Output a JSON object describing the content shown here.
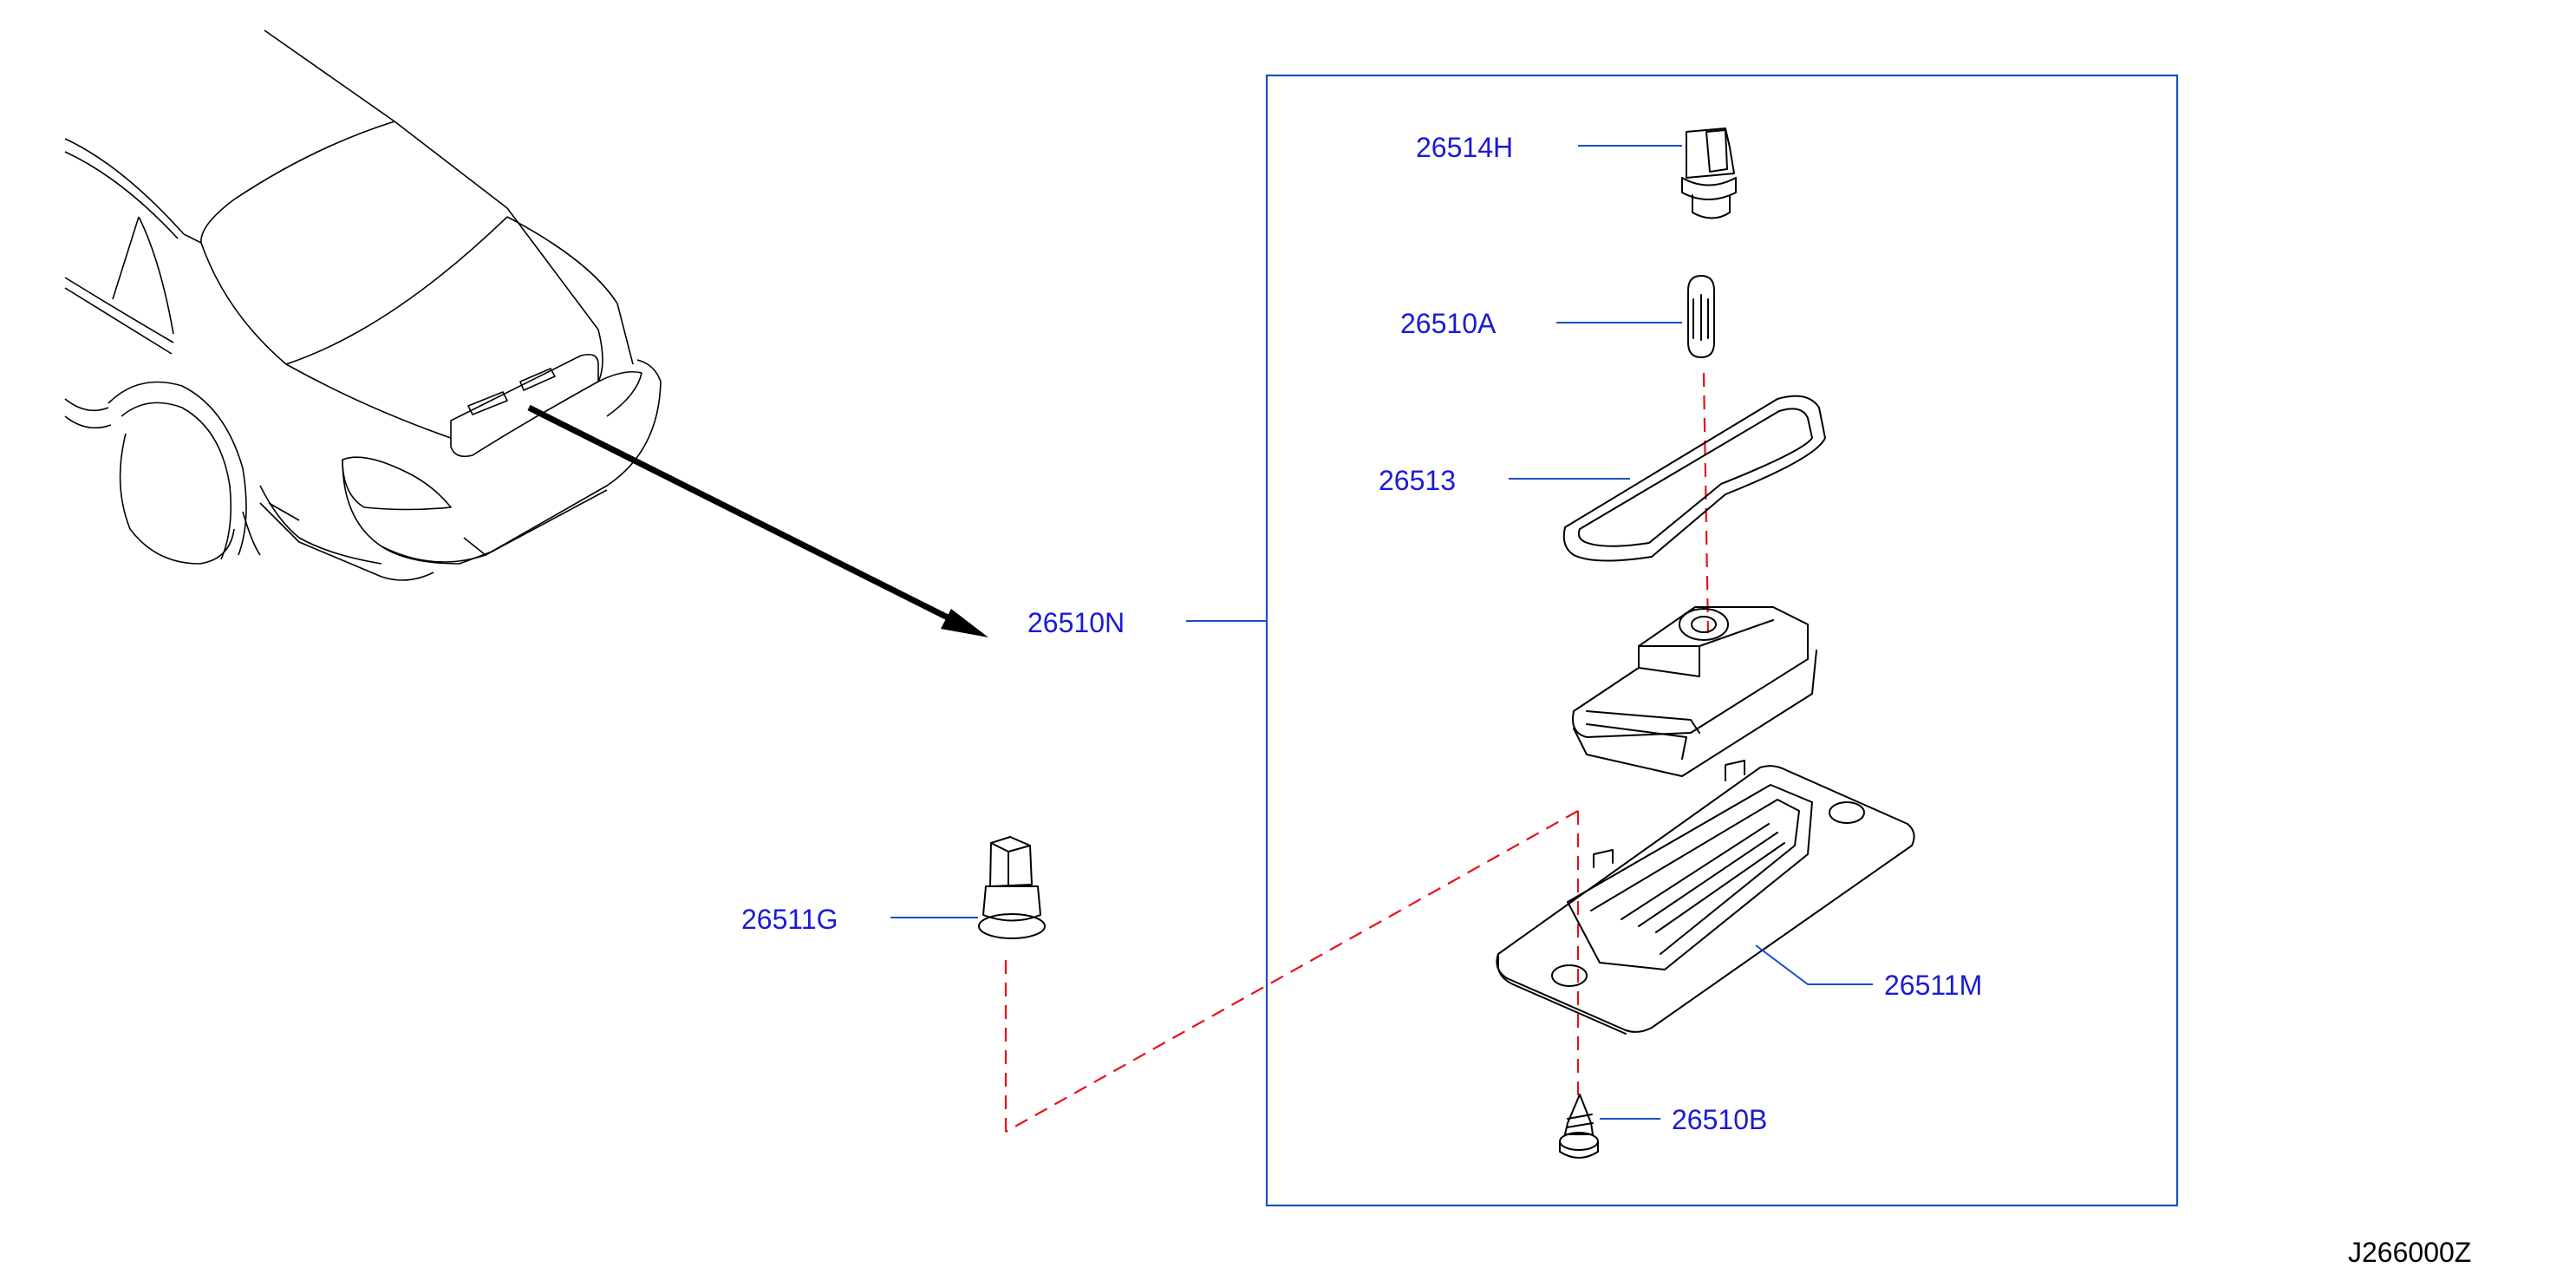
{
  "diagram_code": "J266000Z",
  "parts": [
    {
      "id": "26514H"
    },
    {
      "id": "26510A"
    },
    {
      "id": "26513"
    },
    {
      "id": "26510N"
    },
    {
      "id": "26511G"
    },
    {
      "id": "26511M"
    },
    {
      "id": "26510B"
    }
  ],
  "colors": {
    "callout_text": "#1a1ad6",
    "leader_line": "#1a4fc4",
    "assembly_path": "#e8101a",
    "drawing": "#000000"
  }
}
